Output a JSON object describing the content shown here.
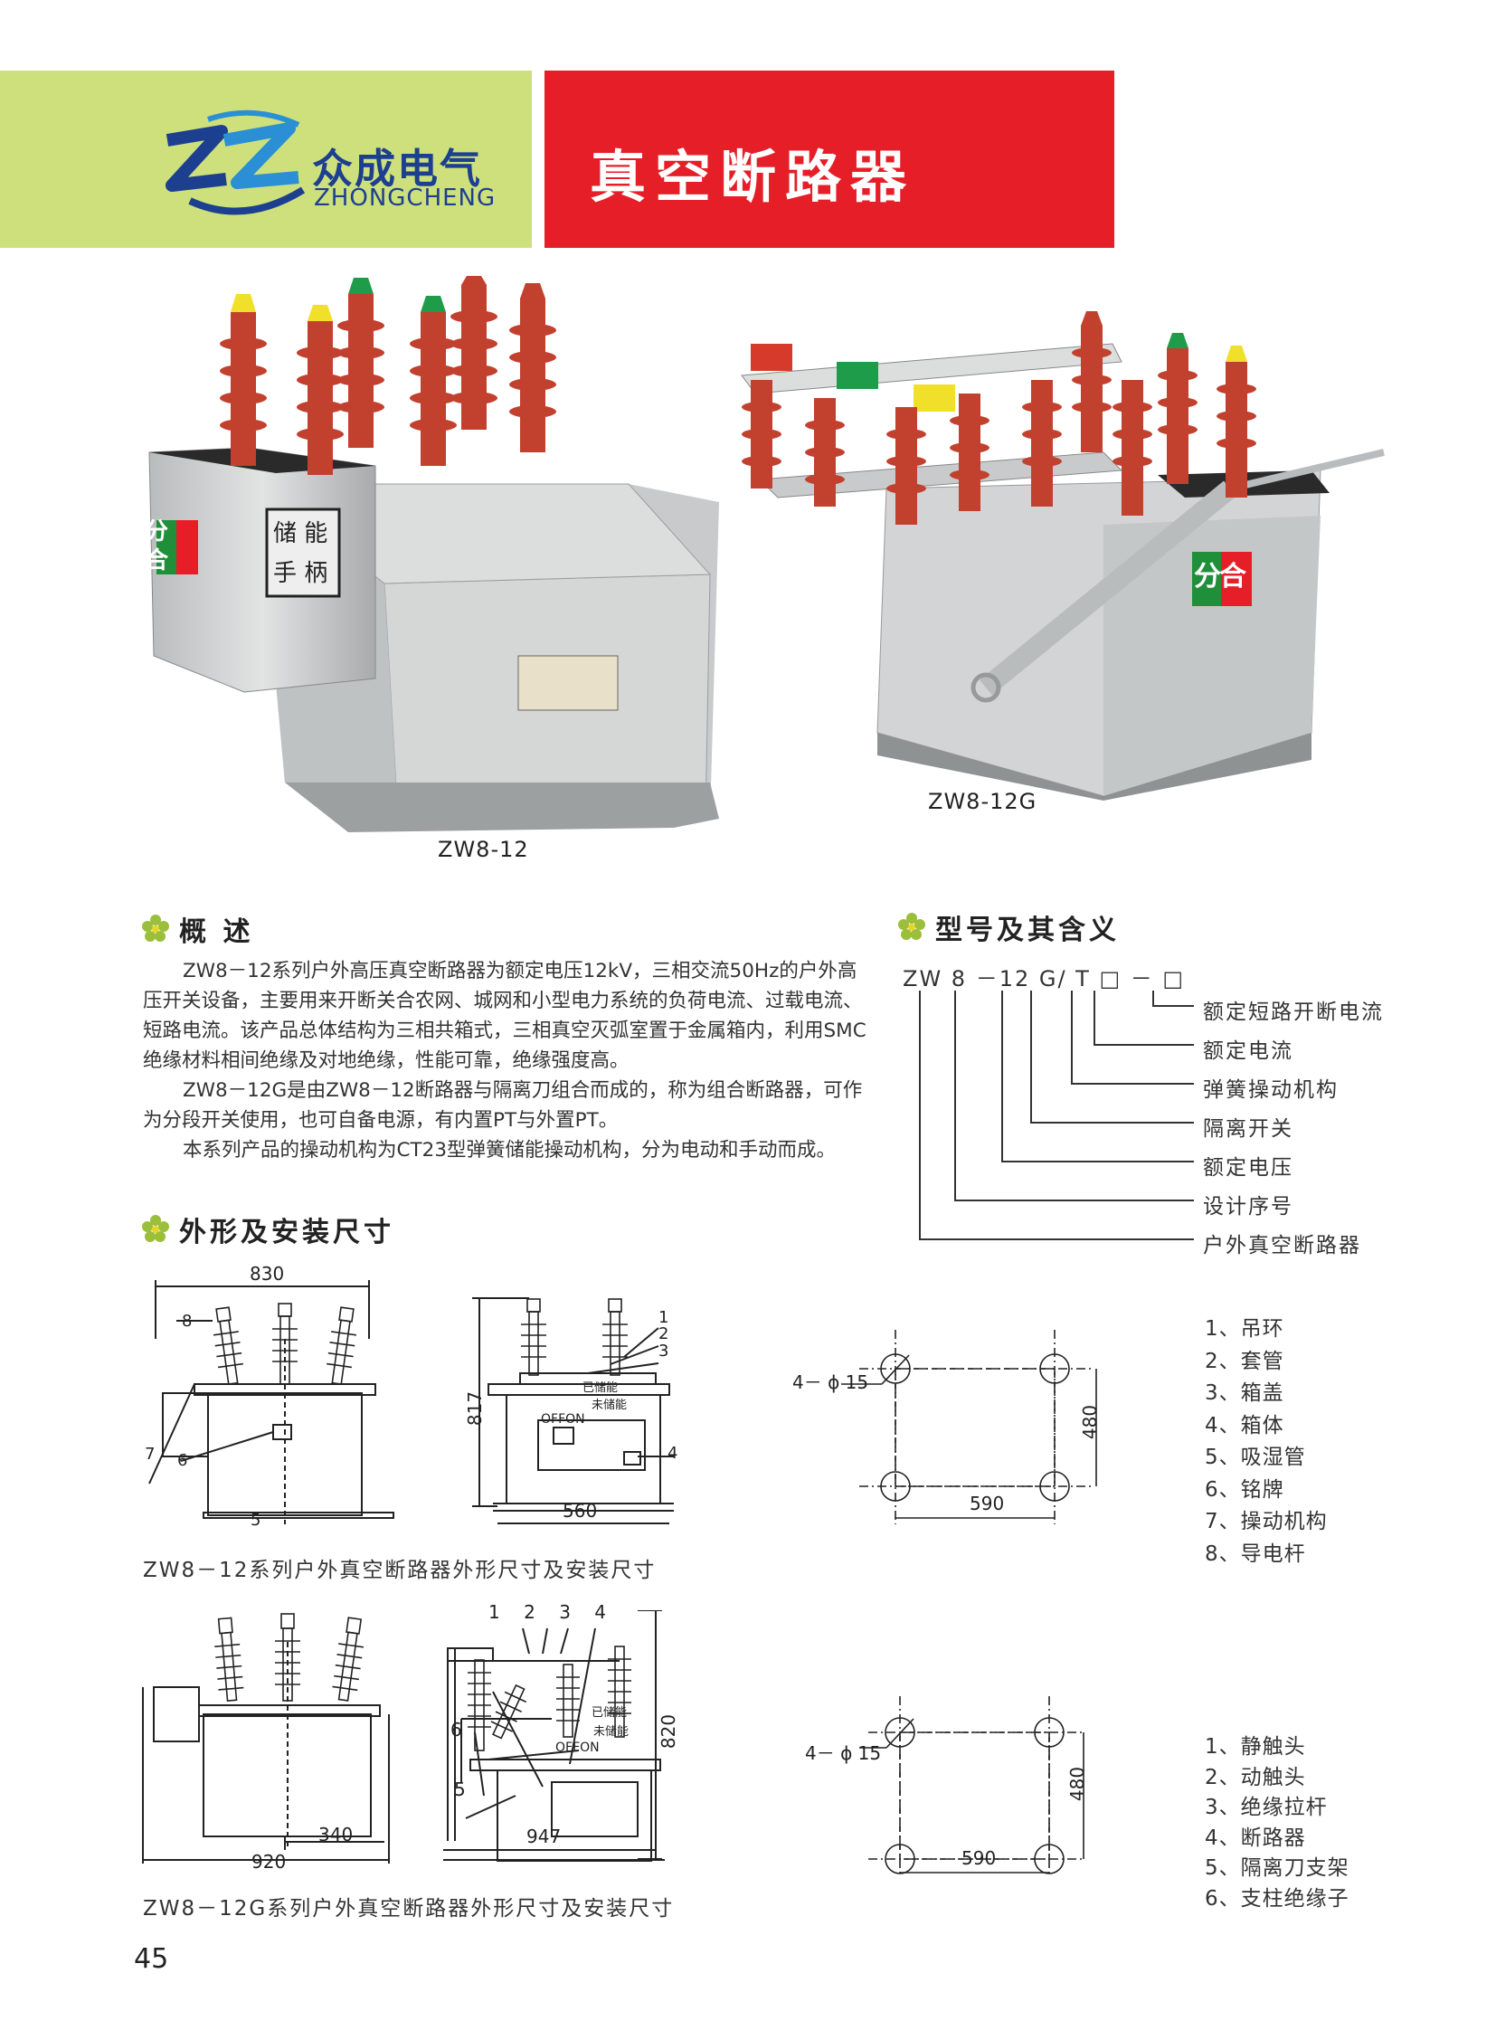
{
  "header": {
    "brand_cn": "众成电气",
    "brand_en": "ZHONGCHENG",
    "title": "真空断路器"
  },
  "photos": {
    "left": {
      "model": "ZW8-12",
      "storage_label_1": "储 能",
      "storage_label_2": "手 柄",
      "switch_label_open": "分",
      "switch_label_close": "合"
    },
    "right": {
      "model": "ZW8-12G",
      "switch_label_open": "分",
      "switch_label_close": "合"
    }
  },
  "overview": {
    "heading": "概  述",
    "p1": "ZW8－12系列户外高压真空断路器为额定电压12kV，三相交流50Hz的户外高压开关设备，主要用来开断关合农网、城网和小型电力系统的负荷电流、过载电流、短路电流。该产品总体结构为三相共箱式，三相真空灭弧室置于金属箱内，利用SMC绝缘材料相间绝缘及对地绝缘，性能可靠，绝缘强度高。",
    "p2": "ZW8－12G是由ZW8－12断路器与隔离刀组合而成的，称为组合断路器，可作为分段开关使用，也可自备电源，有内置PT与外置PT。",
    "p3": "本系列产品的操动机构为CT23型弹簧储能操动机构，分为电动和手动而成。"
  },
  "model_meaning": {
    "heading": "型号及其含义",
    "code": "ZW 8 －12 G/ T □ － □",
    "items": [
      "额定短路开断电流",
      "额定电流",
      "弹簧操动机构",
      "隔离开关",
      "额定电压",
      "设计序号",
      "户外真空断路器"
    ]
  },
  "dimensions": {
    "heading": "外形及安装尺寸",
    "fig1": {
      "caption": "ZW8－12系列户外真空断路器外形尺寸及安装尺寸",
      "width_front": "830",
      "height_side": "817",
      "width_side": "560",
      "callouts_front": [
        "8",
        "7",
        "6",
        "5"
      ],
      "callouts_side": [
        "1",
        "2",
        "3",
        "4"
      ],
      "panel_text_1": "已储能",
      "panel_text_2": "未储能",
      "panel_text_3": "OFFON",
      "mount_hole": "4－ ϕ 15",
      "mount_w": "590",
      "mount_h": "480",
      "parts": [
        "1、吊环",
        "2、套管",
        "3、箱盖",
        "4、箱体",
        "5、吸湿管",
        "6、铭牌",
        "7、操动机构",
        "8、导电杆"
      ]
    },
    "fig2": {
      "caption": "ZW8－12G系列户外真空断路器外形尺寸及安装尺寸",
      "width_front": "920",
      "offset_front": "340",
      "height_side": "820",
      "width_side": "947",
      "callouts_side_top": [
        "1",
        "2",
        "3",
        "4"
      ],
      "callouts_side_left": [
        "6",
        "5"
      ],
      "panel_text_1": "已储能",
      "panel_text_2": "未储能",
      "panel_text_3": "OFFON",
      "mount_hole": "4－ ϕ 15",
      "mount_w": "590",
      "mount_h": "480",
      "parts": [
        "1、静触头",
        "2、动触头",
        "3、绝缘拉杆",
        "4、断路器",
        "5、隔离刀支架",
        "6、支柱绝缘子"
      ]
    }
  },
  "page_number": "45",
  "colors": {
    "header_green": "#cde07c",
    "header_red": "#e61e27",
    "brand_blue": "#1d3f8f",
    "insulator_red": "#c2402e"
  }
}
